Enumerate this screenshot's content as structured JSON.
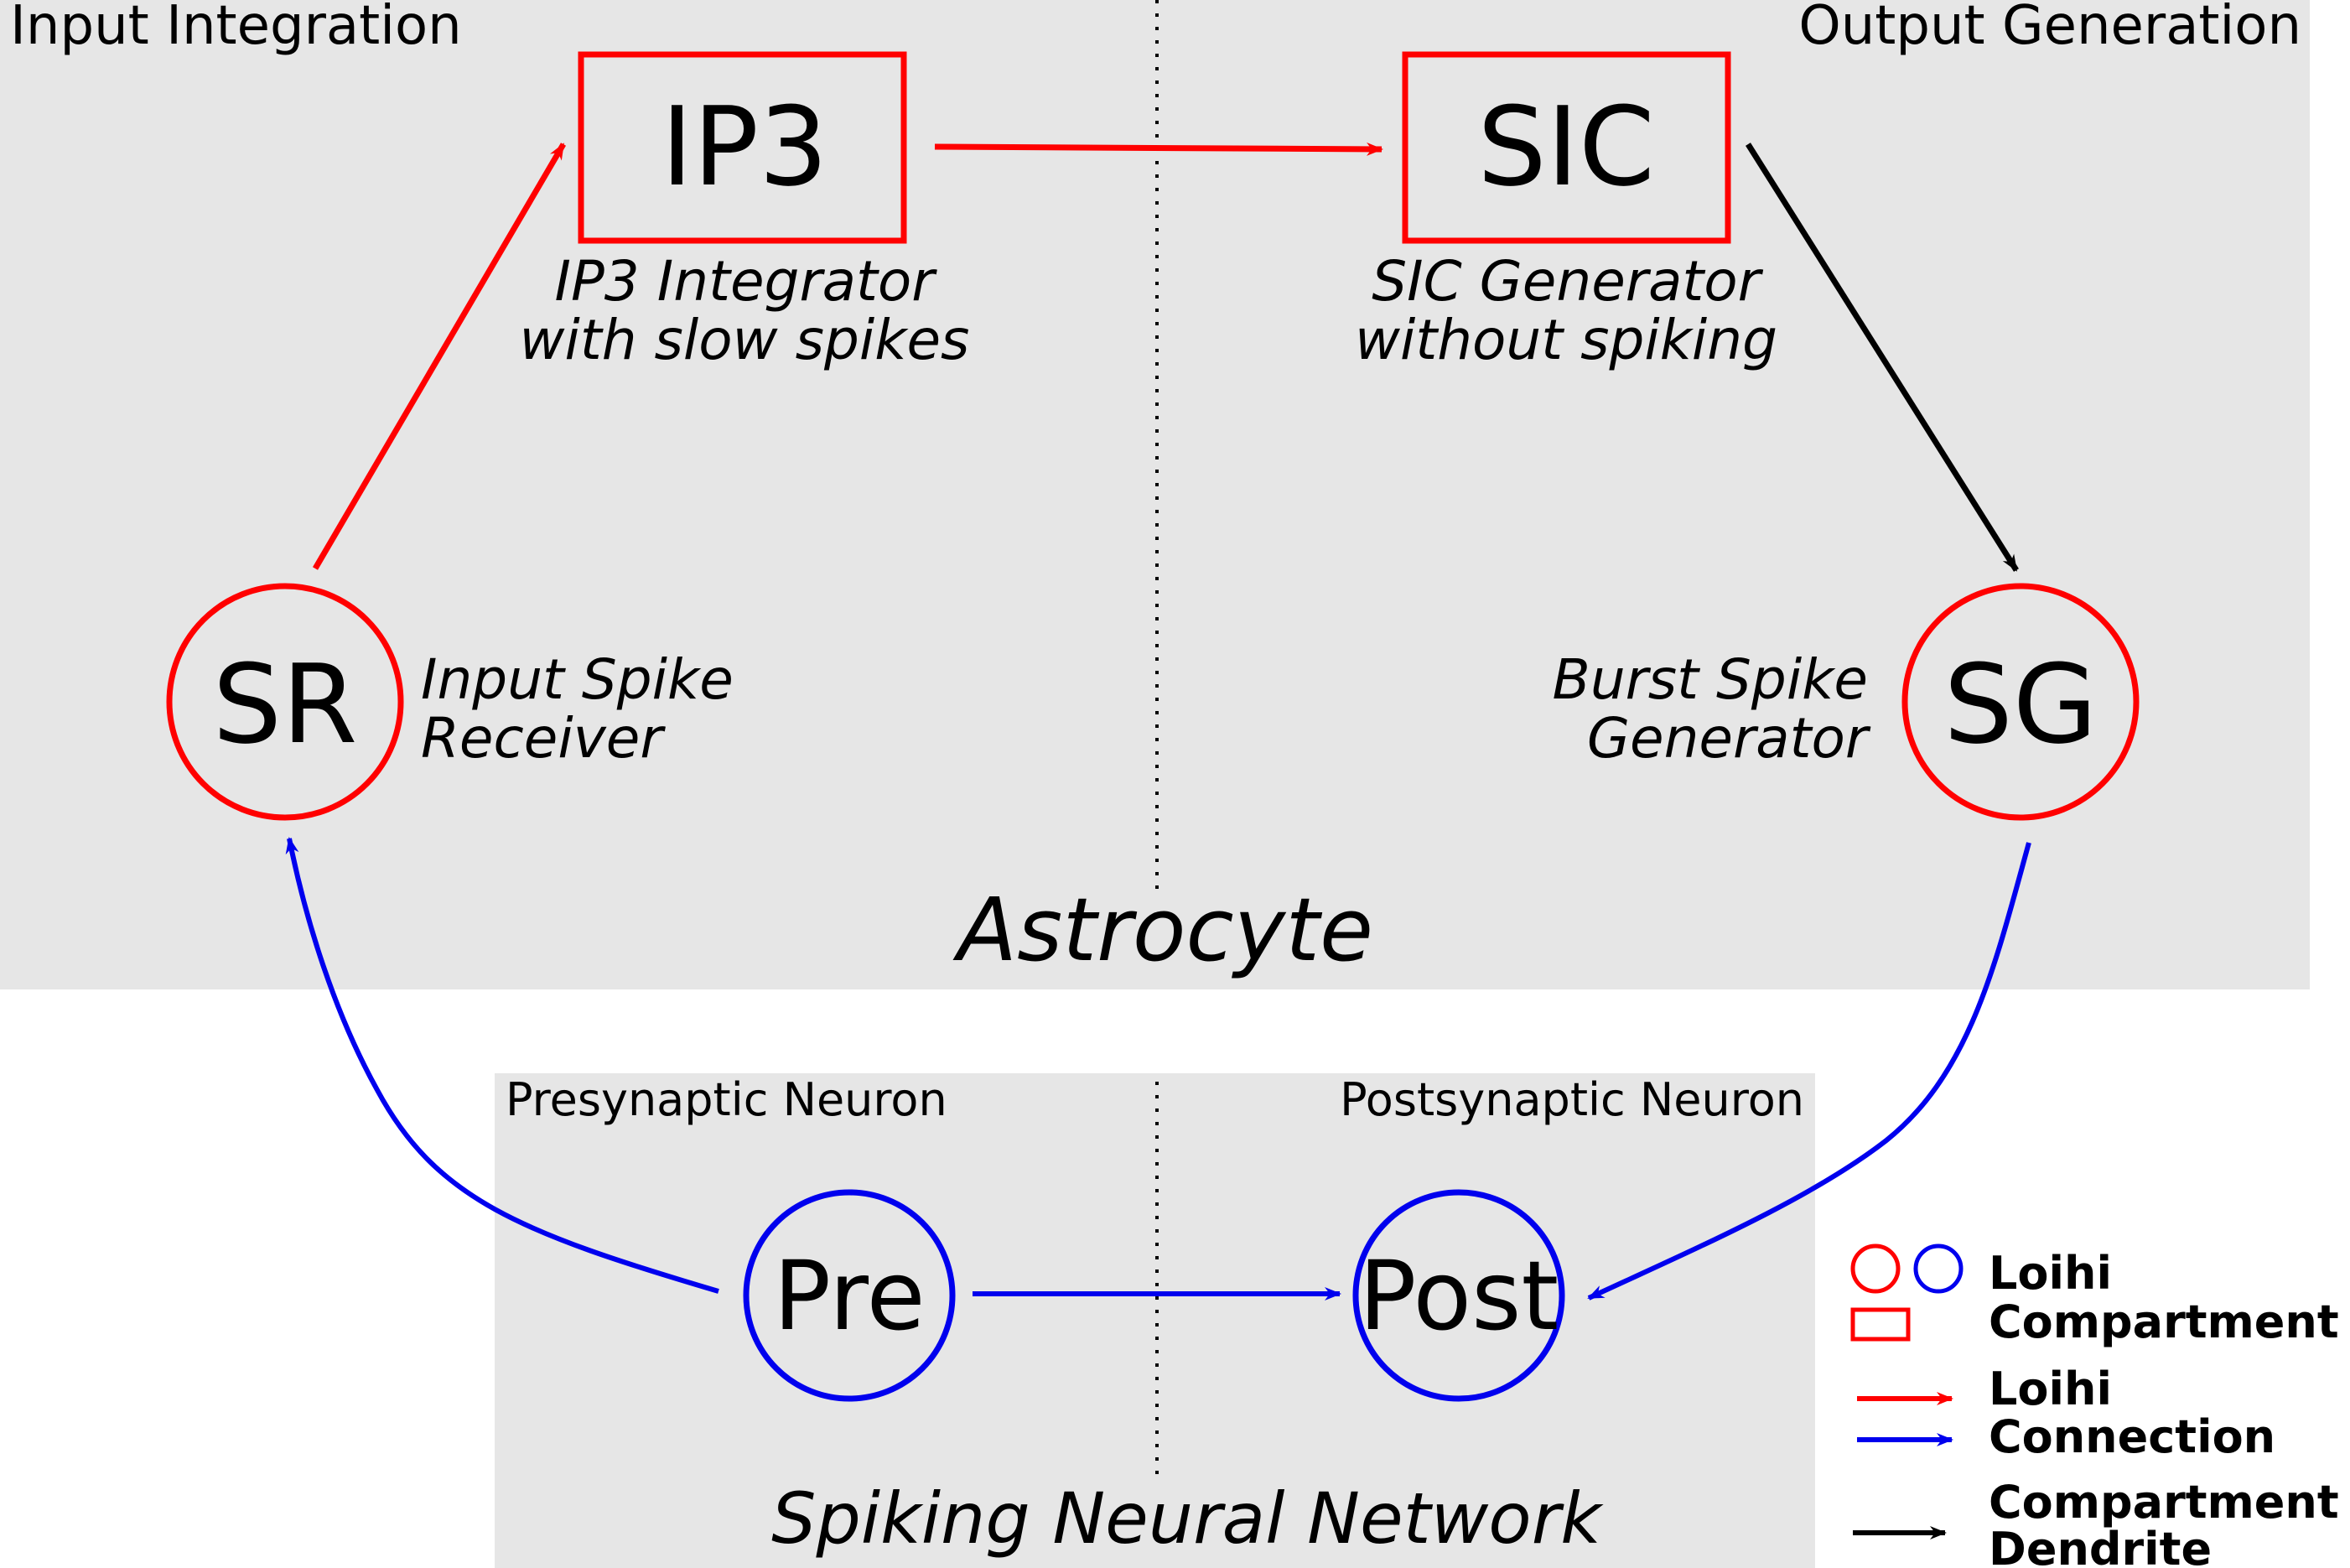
{
  "astrocyte": {
    "title": "Astrocyte",
    "left_section_label": "Input Integration",
    "right_section_label": "Output Generation"
  },
  "nodes": {
    "ip3": {
      "label": "IP3",
      "caption_line1": "IP3 Integrator",
      "caption_line2": "with slow spikes"
    },
    "sic": {
      "label": "SIC",
      "caption_line1": "SIC Generator",
      "caption_line2": "without spiking"
    },
    "sr": {
      "label": "SR",
      "caption_line1": "Input Spike",
      "caption_line2": "Receiver"
    },
    "sg": {
      "label": "SG",
      "caption_line1": "Burst Spike",
      "caption_line2": "Generator"
    },
    "pre": {
      "label": "Pre"
    },
    "post": {
      "label": "Post"
    }
  },
  "snn": {
    "title": "Spiking Neural Network",
    "left_section_label": "Presynaptic Neuron",
    "right_section_label": "Postsynaptic Neuron"
  },
  "legend": {
    "compartment_line1": "Loihi",
    "compartment_line2": "Compartment",
    "connection_line1": "Loihi",
    "connection_line2": "Connection",
    "dendrite_line1": "Compartment",
    "dendrite_line2": "Dendrite"
  },
  "colors": {
    "panel": "#e6e6e6",
    "red": "#ff0000",
    "blue": "#0000ee",
    "black": "#000000"
  }
}
